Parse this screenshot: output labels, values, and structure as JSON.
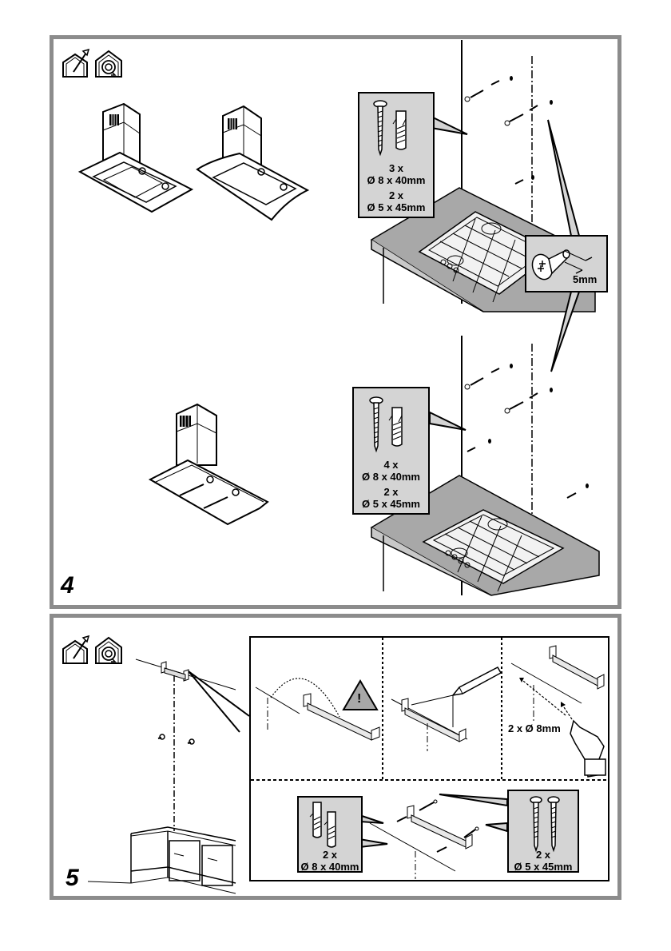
{
  "page": {
    "type": "installation-instructions",
    "subject": "cooker hood wall mounting"
  },
  "mode_icons": [
    {
      "name": "ducted-extraction-icon"
    },
    {
      "name": "recirculation-icon"
    }
  ],
  "step4": {
    "number": "4",
    "callout_upper": {
      "qty1": "3 x",
      "size1": "Ø 8 x 40mm",
      "qty2": "2 x",
      "size2": "Ø 5 x 45mm"
    },
    "callout_screw_detail": {
      "dimension": "5mm"
    },
    "callout_lower": {
      "qty1": "4 x",
      "size1": "Ø 8 x 40mm",
      "qty2": "2 x",
      "size2": "Ø 5 x 45mm"
    }
  },
  "step5": {
    "number": "5",
    "drill_label": "2 x Ø 8mm",
    "warning_symbol": "!",
    "callout_plugs": {
      "qty": "2 x",
      "size": "Ø 8 x 40mm"
    },
    "callout_screws": {
      "qty": "2 x",
      "size": "Ø 5 x 45mm"
    }
  },
  "colors": {
    "panel_border": "#8c8c8c",
    "callout_fill": "#d4d4d4",
    "worktop_fill": "#a8a8a8",
    "ink": "#000000"
  }
}
